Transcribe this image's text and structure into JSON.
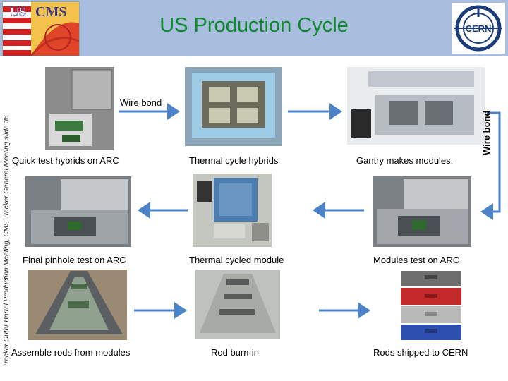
{
  "slide": {
    "title": "US Production Cycle",
    "side_text": "Tracker Outer Barrel Production Meeting, CMS Tracker General Meeting  slide 36",
    "logo_left_text": "US CMS",
    "logo_right_text": "CERN"
  },
  "labels": {
    "wire_bond_top": "Wire bond",
    "wire_bond_right": "Wire bond",
    "quick_test": "Quick test hybrids on ARC",
    "thermal_hybrids": "Thermal cycle hybrids",
    "gantry": "Gantry makes modules.",
    "final_pinhole": "Final pinhole test on ARC",
    "thermal_module": "Thermal cycled module",
    "modules_test": "Modules test on ARC",
    "assemble": "Assemble rods from modules",
    "burn_in": "Rod burn-in",
    "shipped": "Rods shipped to CERN"
  },
  "colors": {
    "header_bg": "#a9bedf",
    "title": "#0d8a2c",
    "arrow": "#4b82c8"
  }
}
